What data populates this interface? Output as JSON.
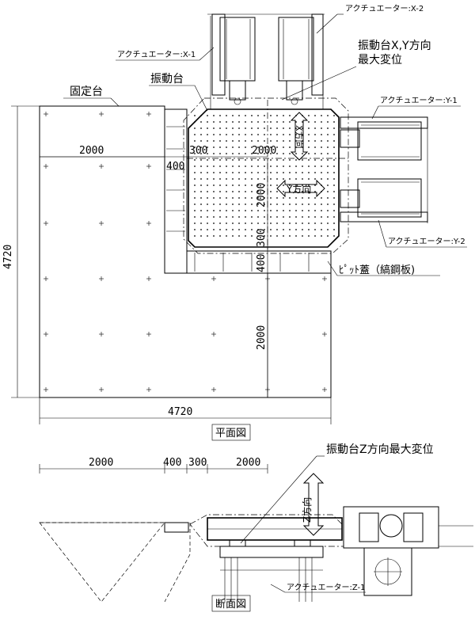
{
  "plan": {
    "caption": "平面図",
    "labels": {
      "fixed_table": "固定台",
      "shaking_table": "振動台",
      "xy_max_disp_line1": "振動台X,Y方向",
      "xy_max_disp_line2": "最大変位",
      "pit_cover": "ﾋﾟｯﾄ蓋（縞鋼板)",
      "x_direction": "X方向",
      "y_direction": "Y方向"
    },
    "actuators": {
      "x1": "アクチュエーター:X-1",
      "x2": "アクチュエーター:X-2",
      "y1": "アクチュエーター:Y-1",
      "y2": "アクチュエーター:Y-2"
    },
    "dimensions": {
      "top_left": "2000",
      "top_gap": "300",
      "top_right": "2000",
      "left_small": "400",
      "overall_height": "4720",
      "overall_width": "4720",
      "vert_upper": "2000",
      "vert_300": "300",
      "vert_400": "400",
      "vert_lower": "2000"
    }
  },
  "section": {
    "caption": "断面図",
    "labels": {
      "z_max_disp": "振動台Z方向最大変位",
      "z_direction": "Z方向"
    },
    "actuator_z1": "アクチュエーター:Z-1",
    "dimensions": {
      "d1": "2000",
      "d2": "400",
      "d3": "300",
      "d4": "2000"
    }
  }
}
